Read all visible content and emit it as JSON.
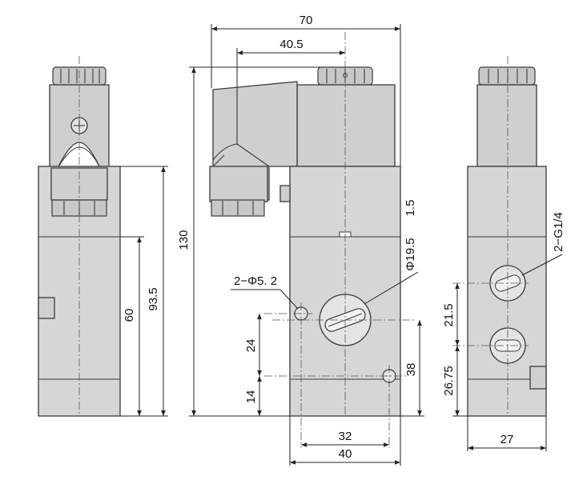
{
  "dimensions": {
    "overall_width": "70",
    "coil_offset": "40.5",
    "overall_height": "130",
    "left_height_93": "93.5",
    "left_height_60": "60",
    "gap_1_5": "1.5",
    "port_dia": "Φ19.5",
    "mount_hole": "2−Φ5. 2",
    "dim_24": "24",
    "dim_14": "14",
    "dim_38": "38",
    "dim_32": "32",
    "dim_40": "40",
    "port_thread": "2−G1/4",
    "dim_21_5": "21.5",
    "dim_26_75": "26.75",
    "dim_27": "27"
  },
  "colors": {
    "body": "#d6d6d6",
    "outline": "#3a3a3a"
  }
}
